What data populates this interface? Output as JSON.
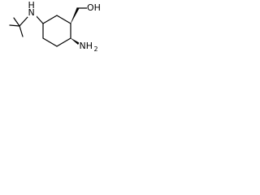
{
  "molecule": {
    "atoms": {
      "nh_label": "N",
      "nh_h": "H",
      "oh_label": "OH",
      "nh2_label": "NH",
      "nh2_sub": "2"
    }
  }
}
